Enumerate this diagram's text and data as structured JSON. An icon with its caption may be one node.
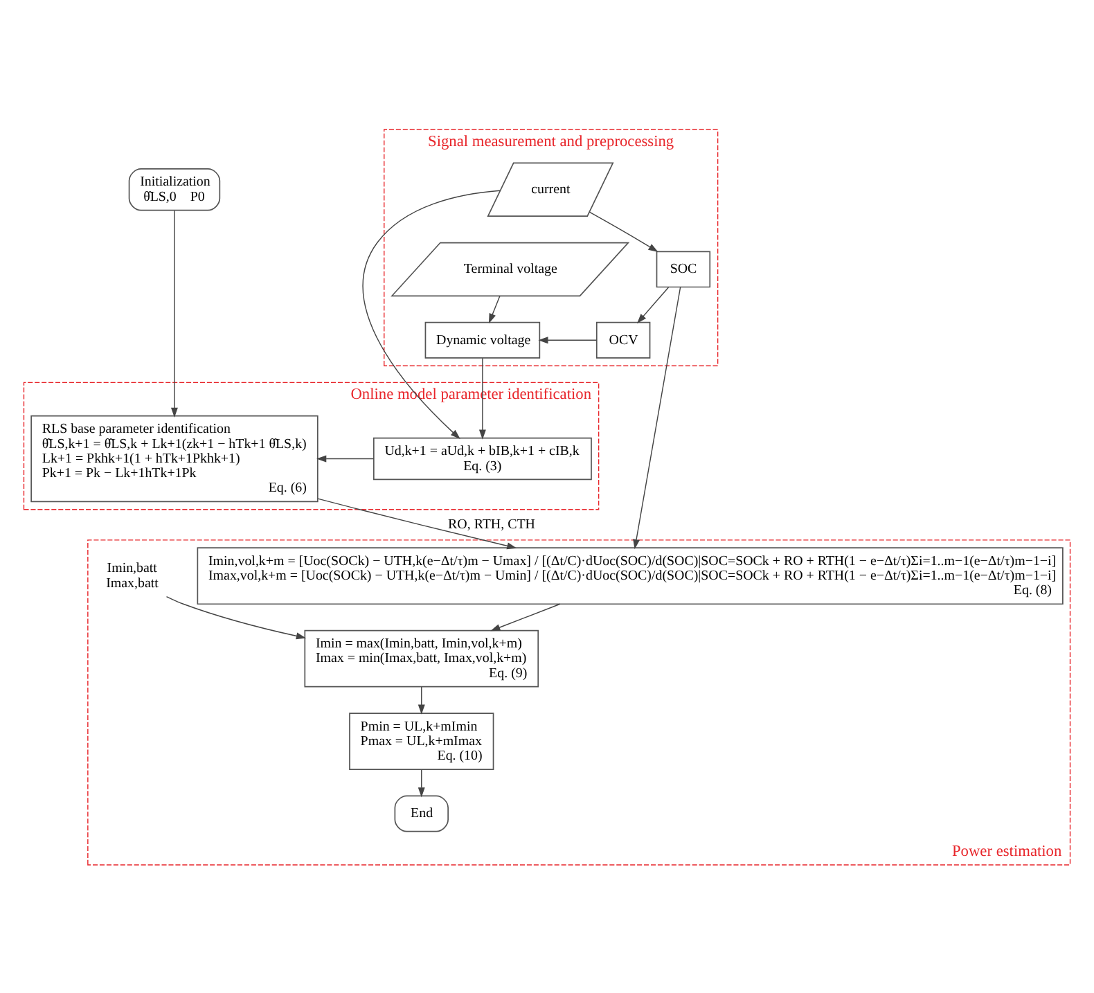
{
  "diagram": {
    "nodes": [
      {
        "text": [
          "Initialization",
          "θ̂LS,0    P0"
        ]
      },
      {
        "text": [
          "Online model parameter identification"
        ]
      },
      {
        "text": [
          "RLS base parameter identification",
          "θ̂LS,k+1 = θ̂LS,k + Lk+1(zk+1 − hTk+1 θ̂LS,k)",
          "Lk+1 = Pkhk+1(1 + hTk+1Pkhk+1)",
          "Pk+1 = Pk − Lk+1hTk+1Pk",
          "Eq. (6)"
        ],
        "in": 1
      },
      {
        "text": [
          "Ud,k+1 = aUd,k + bIB,k+1 + cIB,k",
          "Eq. (3)"
        ],
        "in": 1
      },
      {
        "text": [
          "Signal measurement and preprocessing"
        ]
      },
      {
        "text": [
          "current"
        ],
        "in": 4
      },
      {
        "text": [
          "SOC"
        ],
        "in": 4
      },
      {
        "text": [
          "OCV"
        ],
        "in": 4
      },
      {
        "text": [
          "Dynamic voltage"
        ],
        "in": 4
      },
      {
        "text": [
          "Terminal voltage"
        ],
        "in": 4
      },
      {
        "text": [
          "Power estimation"
        ]
      },
      {
        "text": [
          "Imin,vol,k+m = [Uoc(SOCk) − UTH,k(e−Δt/τ)m − Umax] / [(Δt/C)·dUoc(SOC)/d(SOC)|SOC=SOCk + RO + RTH(1 − e−Δt/τ)Σi=1..m−1(e−Δt/τ)m−1−i]",
          "Imax,vol,k+m = [Uoc(SOCk) − UTH,k(e−Δt/τ)m − Umin] / [(Δt/C)·dUoc(SOC)/d(SOC)|SOC=SOCk + RO + RTH(1 − e−Δt/τ)Σi=1..m−1(e−Δt/τ)m−1−i]",
          "Eq. (8)"
        ],
        "in": 10
      },
      {
        "text": [
          "Imin,batt",
          "Imax,batt"
        ],
        "in": 10
      },
      {
        "text": [
          "Imin = max(Imin,batt, Imin,vol,k+m)",
          "Imax = min(Imax,batt, Imax,vol,k+m)",
          "Eq. (9)"
        ],
        "in": 10
      },
      {
        "text": [
          "Pmin = UL,k+mImin",
          "Pmax = UL,k+mImax",
          "Eq. (10)"
        ],
        "in": 10
      },
      {
        "text": [
          "End"
        ],
        "in": 10
      }
    ],
    "edges": [
      {
        "from": 0,
        "to": 2,
        "arrow": "to"
      },
      {
        "from": 5,
        "to": 3,
        "arrow": "to"
      },
      {
        "from": 5,
        "to": 6,
        "arrow": "to"
      },
      {
        "from": 6,
        "to": 7,
        "arrow": "to"
      },
      {
        "from": 7,
        "to": 8,
        "arrow": "to"
      },
      {
        "from": 9,
        "to": 8,
        "arrow": "to"
      },
      {
        "from": 8,
        "to": 3,
        "arrow": "to"
      },
      {
        "from": 3,
        "to": 2,
        "arrow": "to"
      },
      {
        "from": 2,
        "to": 11,
        "arrow": "to",
        "label": "RO, RTH, CTH"
      },
      {
        "from": 6,
        "to": 11,
        "arrow": "to"
      },
      {
        "from": 12,
        "to": 13,
        "arrow": "to"
      },
      {
        "from": 11,
        "to": 13,
        "arrow": "to"
      },
      {
        "from": 13,
        "to": 14,
        "arrow": "to"
      },
      {
        "from": 14,
        "to": 15,
        "arrow": "to"
      }
    ]
  }
}
